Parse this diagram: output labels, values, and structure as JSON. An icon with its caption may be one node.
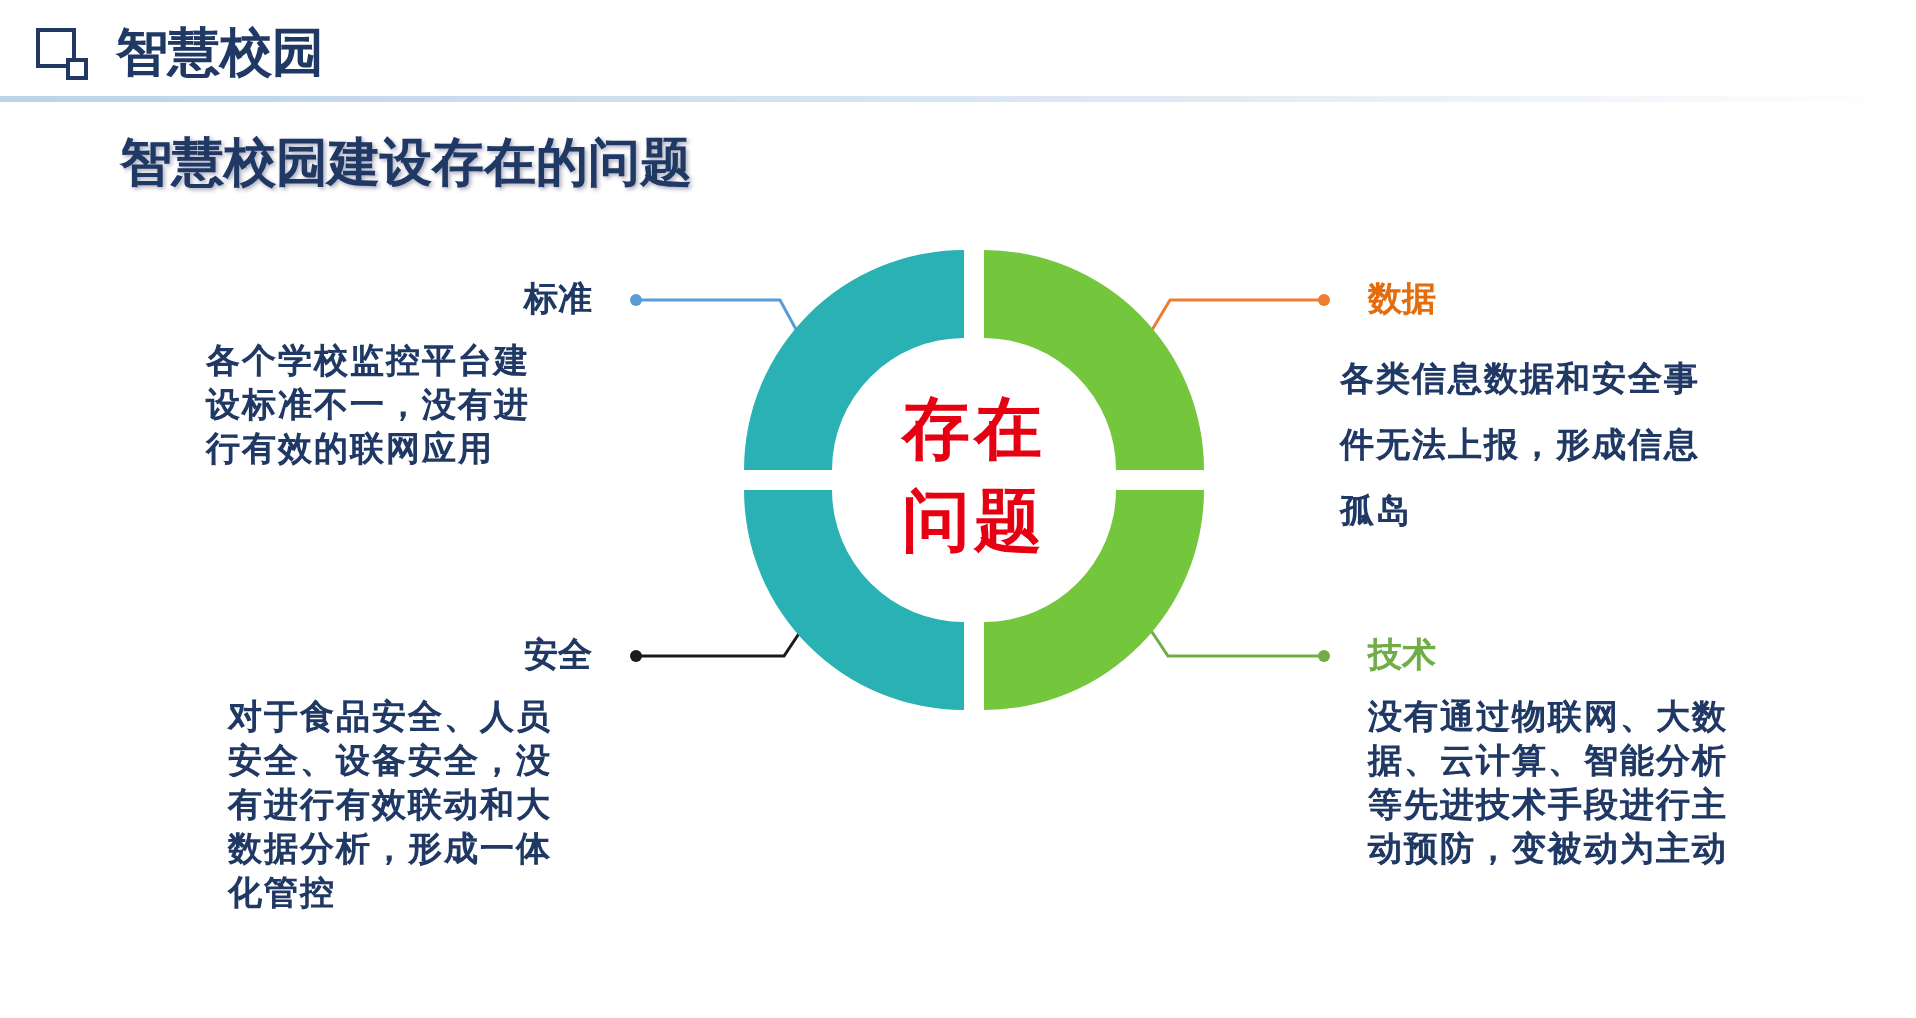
{
  "diagram": {
    "title": "智慧校园",
    "nodes": [
      {
        "text": [
          "标准",
          "各个学校监控平台建设标准不一，没有进行有效的联网应用"
        ]
      },
      {
        "text": [
          "数据",
          "各类信息数据和安全事件无法上报，形成信息孤岛"
        ]
      },
      {
        "text": [
          "安全",
          "对于食品安全、人员安全、设备安全，没有进行有效联动和大数据分析，形成一体化管控"
        ]
      },
      {
        "text": [
          "技术",
          "没有通过物联网、大数据、云计算、智能分析等先进技术手段进行主动预防，变被动为主动"
        ]
      },
      {
        "text": [],
        "shape": "arc"
      },
      {
        "text": [],
        "shape": "arc"
      },
      {
        "text": [],
        "shape": "arc"
      },
      {
        "text": [],
        "shape": "arc"
      }
    ],
    "edges": [
      {
        "from": 4,
        "to": 0,
        "arrow": "other",
        "color": "#5b9bd5"
      },
      {
        "from": 5,
        "to": 1,
        "arrow": "other",
        "color": "#ed7d31"
      },
      {
        "from": 6,
        "to": 2,
        "arrow": "other",
        "color": "#1a1a1a"
      },
      {
        "from": 7,
        "to": 3,
        "arrow": "other",
        "color": "#70ad47"
      }
    ],
    "labels": [
      "智慧校园建设存在的问题",
      "存在问题"
    ]
  }
}
